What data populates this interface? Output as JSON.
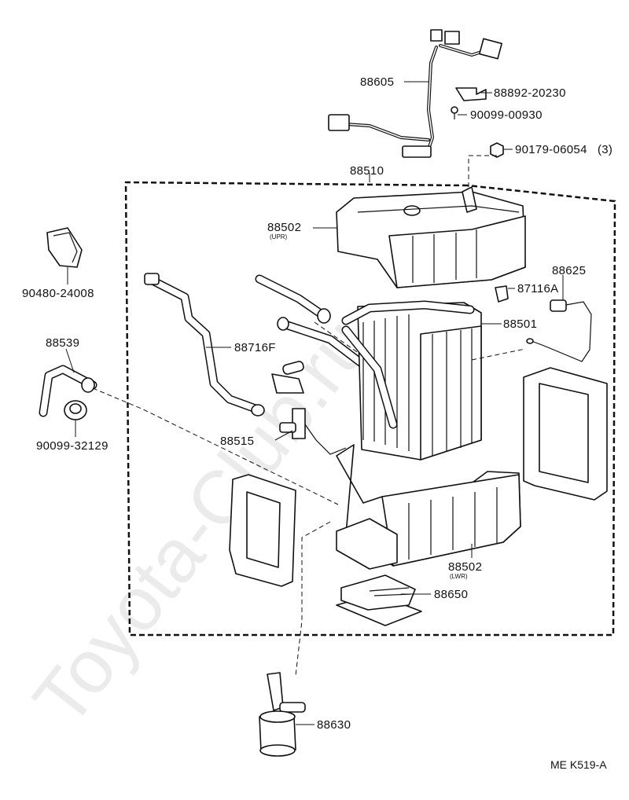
{
  "watermark": "Toyota-Club.ru",
  "diagram_ref": "ME K519-A",
  "parts": [
    {
      "id": "harness",
      "number": "88605"
    },
    {
      "id": "clamp",
      "number": "88892-20230"
    },
    {
      "id": "screw",
      "number": "90099-00930"
    },
    {
      "id": "nut",
      "number": "90179-06054",
      "qty": "(3)"
    },
    {
      "id": "unit-assembly",
      "number": "88510"
    },
    {
      "id": "upper-case",
      "number": "88502",
      "sub": "(UPR)"
    },
    {
      "id": "plug",
      "number": "90480-24008"
    },
    {
      "id": "thermistor",
      "number": "88625"
    },
    {
      "id": "holder",
      "number": "87116A"
    },
    {
      "id": "drain-hose",
      "number": "88539"
    },
    {
      "id": "evaporator",
      "number": "88501"
    },
    {
      "id": "tube",
      "number": "88716F"
    },
    {
      "id": "grommet",
      "number": "90099-32129"
    },
    {
      "id": "expansion-valve",
      "number": "88515"
    },
    {
      "id": "lower-case",
      "number": "88502",
      "sub": "(LWR)"
    },
    {
      "id": "amplifier",
      "number": "88650"
    },
    {
      "id": "switch",
      "number": "88630"
    }
  ]
}
